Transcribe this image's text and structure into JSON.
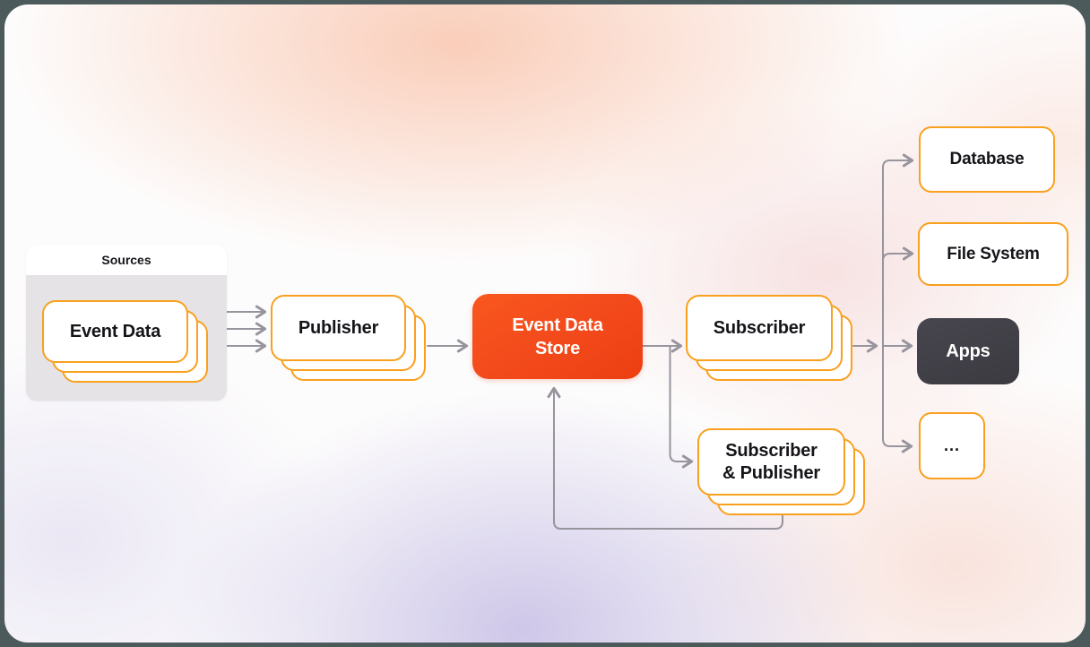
{
  "diagram": {
    "sources_group": {
      "title": "Sources",
      "card_label": "Event Data"
    },
    "nodes": {
      "publisher": {
        "label": "Publisher"
      },
      "event_data_store": {
        "line1": "Event Data",
        "line2": "Store"
      },
      "subscriber": {
        "label": "Subscriber"
      },
      "subscriber_publisher": {
        "line1": "Subscriber",
        "line2": "& Publisher"
      },
      "database": {
        "label": "Database"
      },
      "file_system": {
        "label": "File System"
      },
      "apps": {
        "label": "Apps"
      },
      "more": {
        "label": "..."
      }
    },
    "edges": [
      {
        "from": "Sources",
        "to": "Publisher",
        "lines": 3
      },
      {
        "from": "Publisher",
        "to": "Event Data Store",
        "lines": 1
      },
      {
        "from": "Event Data Store",
        "to": "Subscriber",
        "lines": 1
      },
      {
        "from": "Event Data Store",
        "to": "Subscriber & Publisher",
        "lines": 1
      },
      {
        "from": "Subscriber & Publisher",
        "to": "Event Data Store",
        "lines": 1
      },
      {
        "from": "Subscriber",
        "to": "Database",
        "lines": 1
      },
      {
        "from": "Subscriber",
        "to": "File System",
        "lines": 1
      },
      {
        "from": "Subscriber",
        "to": "Apps",
        "lines": 1
      },
      {
        "from": "Subscriber",
        "to": "...",
        "lines": 1
      }
    ],
    "colors": {
      "node_border_orange": "#F9A01E",
      "store_fill_orange": "#F2491B",
      "connector_gray": "#97949D",
      "apps_fill_dark": "#403F46",
      "sources_body_gray": "#E6E3E6",
      "text": "#161419"
    }
  }
}
